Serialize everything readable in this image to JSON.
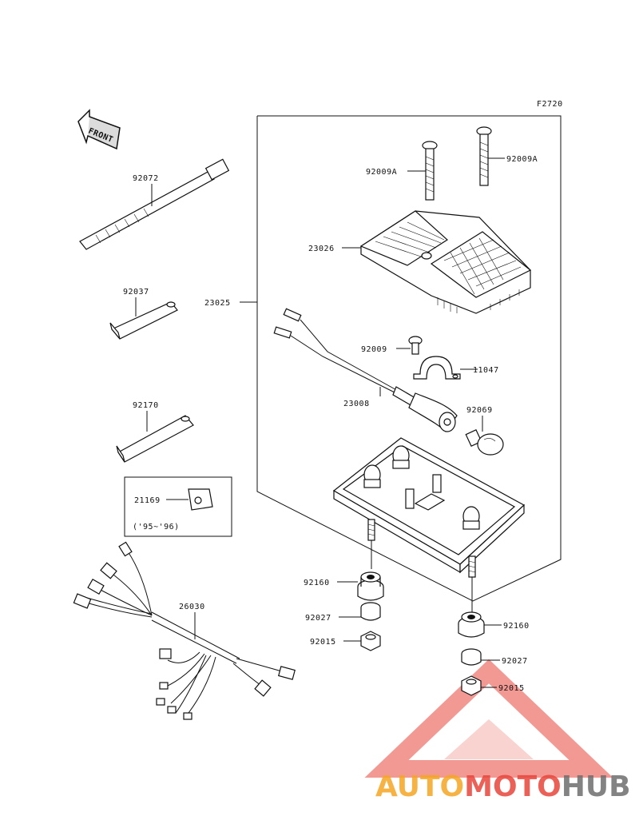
{
  "diagram": {
    "figure_code": "F2720",
    "front_label": "FRONT",
    "labels": {
      "p92072": "92072",
      "p92037": "92037",
      "p92170": "92170",
      "p21169": "21169",
      "years": "('95~'96)",
      "p26030": "26030",
      "p23025": "23025",
      "p92009A_left": "92009A",
      "p92009A_right": "92009A",
      "p23026": "23026",
      "p92009": "92009",
      "p11047": "11047",
      "p23008": "23008",
      "p92069": "92069",
      "p92160_left": "92160",
      "p92027_left": "92027",
      "p92015_left": "92015",
      "p92160_right": "92160",
      "p92027_right": "92027",
      "p92015_right": "92015"
    }
  },
  "watermark": {
    "part1": "AUTO",
    "part2": "MOTO",
    "part3": "HUB",
    "colors": {
      "orange": "#f5a623",
      "red": "#e8463c",
      "gray": "#6e6e6e",
      "triangle": "#e8463c"
    }
  }
}
